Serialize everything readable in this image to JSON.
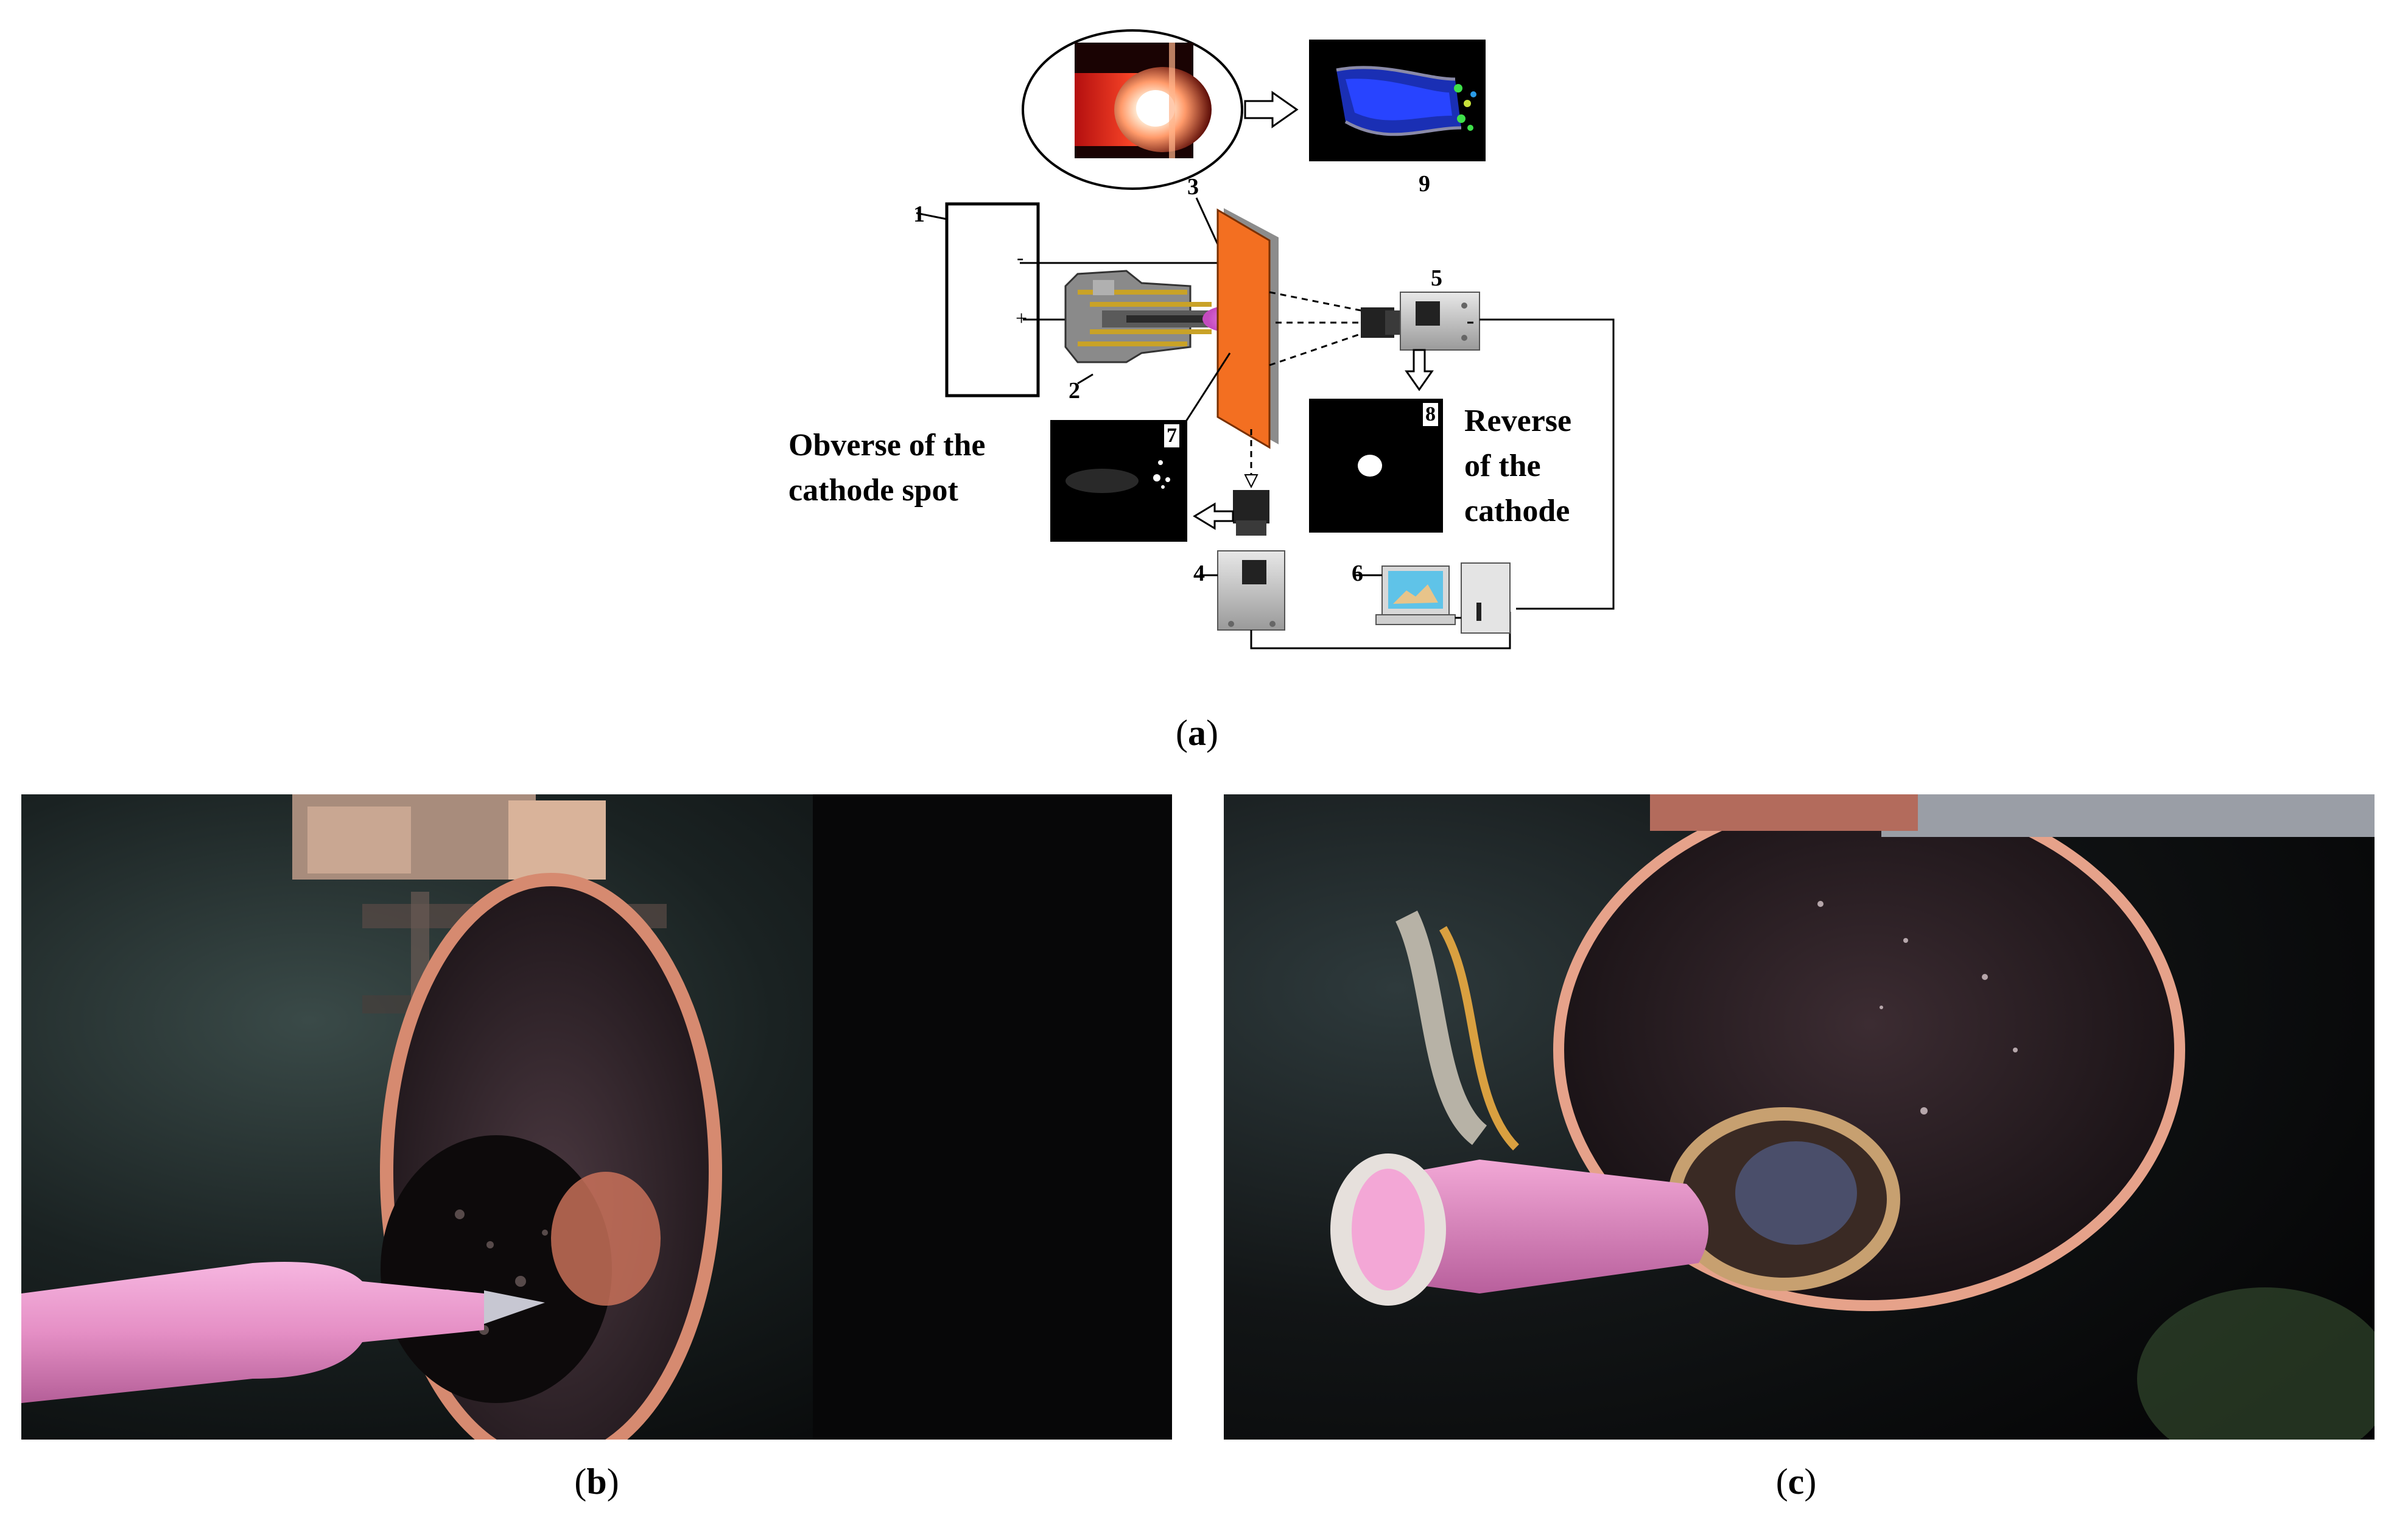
{
  "panels": {
    "a": {
      "caption_open": "(",
      "caption_letter": "a",
      "caption_close": ")"
    },
    "b": {
      "caption_open": "(",
      "caption_letter": "b",
      "caption_close": ")"
    },
    "c": {
      "caption_open": "(",
      "caption_letter": "c",
      "caption_close": ")"
    }
  },
  "schematic": {
    "labels": {
      "n1": "1",
      "n2": "2",
      "n3": "3",
      "n4": "4",
      "n5": "5",
      "n6": "6",
      "n7": "7",
      "n8": "8",
      "n9": "9"
    },
    "power_supply": {
      "minus": "-",
      "plus": "+"
    },
    "obverse_line1": "Obverse of the",
    "obverse_line2": "cathode spot",
    "reverse_line1": "Reverse",
    "reverse_line2": "of the",
    "reverse_line3": "cathode"
  },
  "colors": {
    "cathode_plate": "#f36f21",
    "torch_gold": "#c9a227",
    "plasma": "#e86fe0",
    "photo_bg": "#0b0a0c",
    "nozzle_pink": "#e58fc5"
  }
}
